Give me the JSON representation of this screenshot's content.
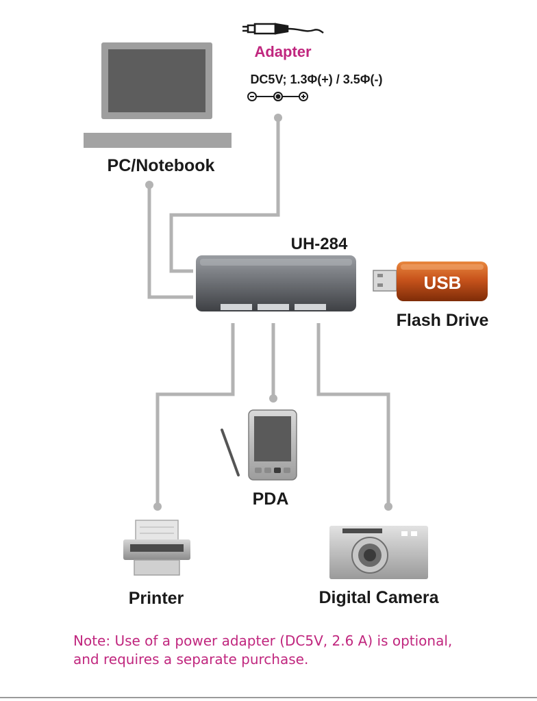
{
  "diagram": {
    "hub": {
      "label": "UH-284"
    },
    "adapter": {
      "label": "Adapter",
      "spec": "DC5V; 1.3Φ(+) / 3.5Φ(-)",
      "label_color": "#c0267e",
      "icon": "power-adapter-plug-icon",
      "polarity_icon": "polarity-symbol-icon"
    },
    "devices": [
      {
        "id": "pc",
        "label": "PC/Notebook",
        "icon": "laptop-icon"
      },
      {
        "id": "flash",
        "label": "Flash Drive",
        "icon": "usb-flash-drive-icon",
        "badge": "USB"
      },
      {
        "id": "pda",
        "label": "PDA",
        "icon": "pda-icon"
      },
      {
        "id": "printer",
        "label": "Printer",
        "icon": "printer-icon"
      },
      {
        "id": "camera",
        "label": "Digital Camera",
        "icon": "camera-icon"
      }
    ],
    "note": {
      "line1": "Note: Use of a power adapter (DC5V, 2.6 A) is optional,",
      "line2": "and requires a separate purchase.",
      "color": "#c0267e"
    },
    "colors": {
      "connector": "#b3b3b3",
      "hub": "#5f6368",
      "flash_drive": "#c8541c"
    }
  }
}
